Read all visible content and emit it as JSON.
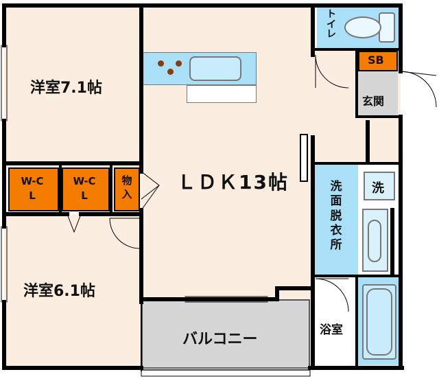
{
  "rooms": {
    "western_room_1": "洋室7.1帖",
    "western_room_2": "洋室6.1帖",
    "ldk": "ＬＤＫ13帖",
    "balcony": "バルコニー",
    "toilet": "トイレ",
    "shoe_box": "SB",
    "entrance": "玄関",
    "washroom": "洗面脱衣所",
    "washer": "洗",
    "bathroom": "浴室",
    "closet_1": "W-CL",
    "closet_2": "W-CL",
    "storage": "物入"
  },
  "colors": {
    "room_floor": "#fbeee1",
    "closet": "#f47c00",
    "wet_area": "#a9dff7",
    "balcony": "#d6d6d6",
    "wall": "#000000"
  }
}
